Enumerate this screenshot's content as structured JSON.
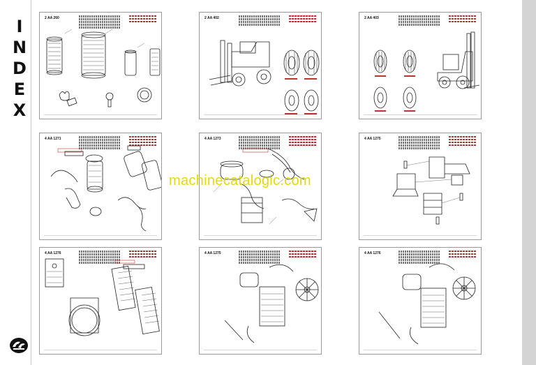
{
  "sidebar": {
    "index_letters": [
      "I",
      "N",
      "D",
      "E",
      "X"
    ]
  },
  "watermark": "machinecatalogic.com",
  "pages": [
    {
      "code": "2 AA 260"
    },
    {
      "code": "2 AA 402"
    },
    {
      "code": "2 AA 403"
    },
    {
      "code": "4 AA 1271"
    },
    {
      "code": "4 AA 1273"
    },
    {
      "code": "4 AA 1275"
    },
    {
      "code": "4 AA 1276"
    },
    {
      "code": "4 AA 1275"
    },
    {
      "code": "4 AA 1276"
    }
  ],
  "colors": {
    "watermark": "#e3d80c",
    "border": "#9a9a9a",
    "ink": "#222222"
  }
}
